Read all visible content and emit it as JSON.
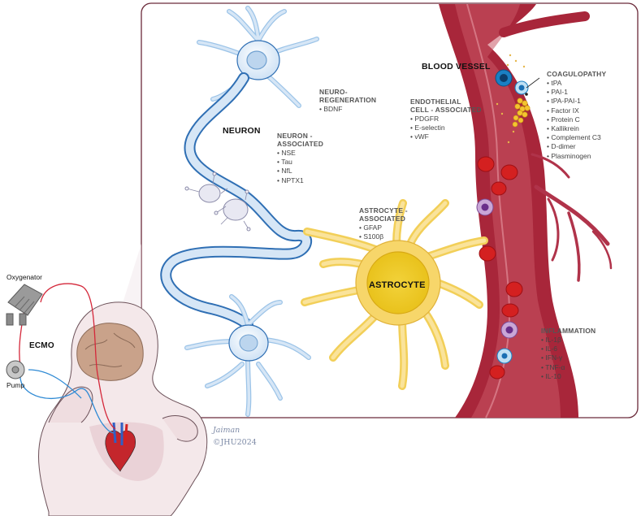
{
  "titles": {
    "neuron": "NEURON",
    "astrocyte": "ASTROCYTE",
    "blood_vessel": "BLOOD VESSEL",
    "ecmo": "ECMO",
    "oxygenator": "Oxygenator",
    "pump": "Pump"
  },
  "groups": {
    "neuroregeneration": {
      "heading": [
        "NEURO-",
        "REGENERATION"
      ],
      "items": [
        "BDNF"
      ]
    },
    "neuron_associated": {
      "heading": [
        "NEURON -",
        "ASSOCIATED"
      ],
      "items": [
        "NSE",
        "Tau",
        "NfL",
        "NPTX1"
      ]
    },
    "endothelial": {
      "heading": [
        "ENDOTHELIAL",
        "CELL - ASSOCIATED"
      ],
      "items": [
        "PDGFR",
        "E-selectin",
        "vWF"
      ]
    },
    "astrocyte_associated": {
      "heading": [
        "ASTROCYTE -",
        "ASSOCIATED"
      ],
      "items": [
        "GFAP",
        "S100β"
      ]
    },
    "coagulopathy": {
      "heading": [
        "COAGULOPATHY"
      ],
      "items": [
        "tPA",
        "PAI-1",
        "tPA-PAI-1",
        "Factor IX",
        "Protein C",
        "Kallikrein",
        "Complement C3",
        "D-dimer",
        "Plasminogen"
      ]
    },
    "inflammation": {
      "heading": [
        "INFLAMMATION"
      ],
      "items": [
        "IL-1β",
        "IL-6",
        "IFN-γ",
        "TNF-α",
        "IL-10"
      ]
    }
  },
  "signature": {
    "name": "Jaiman",
    "copyright": "©JHU2024"
  },
  "colors": {
    "panel_border": "#6b2a3a",
    "neuron_fill": "#d6e6f6",
    "neuron_edge": "#2f6fb4",
    "astrocyte": "#f7d66a",
    "vessel": "#a8263a",
    "rbc": "#d42020"
  }
}
